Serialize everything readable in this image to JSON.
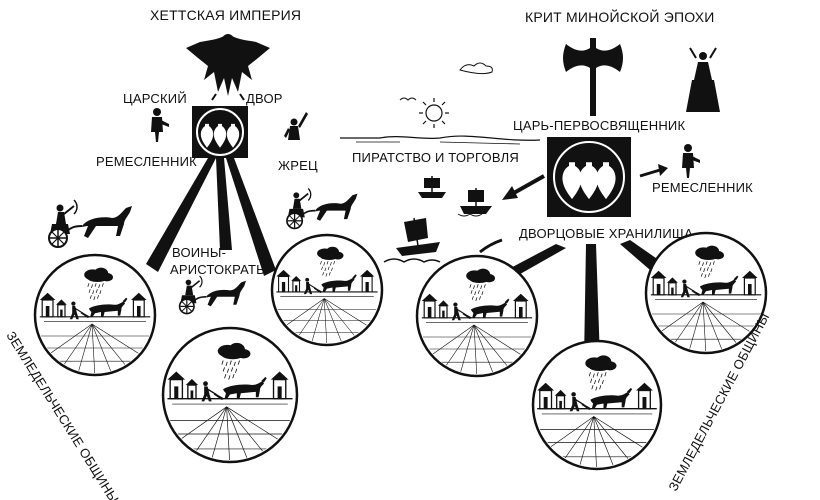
{
  "hittite": {
    "title": "ХЕТТСКАЯ ИМПЕРИЯ",
    "royal_left": "ЦАРСКИЙ",
    "royal_right": "ДВОР",
    "craftsman": "РЕМЕСЛЕННИК",
    "priest": "ЖРЕЦ",
    "warriors_line1": "ВОИНЫ-",
    "warriors_line2": "АРИСТОКРАТЫ",
    "communities": "ЗЕМЛЕДЕЛЬЧЕСКИЕ ОБЩИНЫ"
  },
  "crete": {
    "title": "КРИТ МИНОЙСКОЙ ЭПОХИ",
    "king_priest": "ЦАРЬ-ПЕРВОСВЯЩЕННИК",
    "piracy_trade": "ПИРАТСТВО И ТОРГОВЛЯ",
    "craftsman": "РЕМЕСЛЕННИК",
    "storehouses": "ДВОРЦОВЫЕ ХРАНИЛИЩА",
    "communities": "ЗЕМЛЕДЕЛЬЧЕСКИЕ ОБЩИНЫ"
  }
}
